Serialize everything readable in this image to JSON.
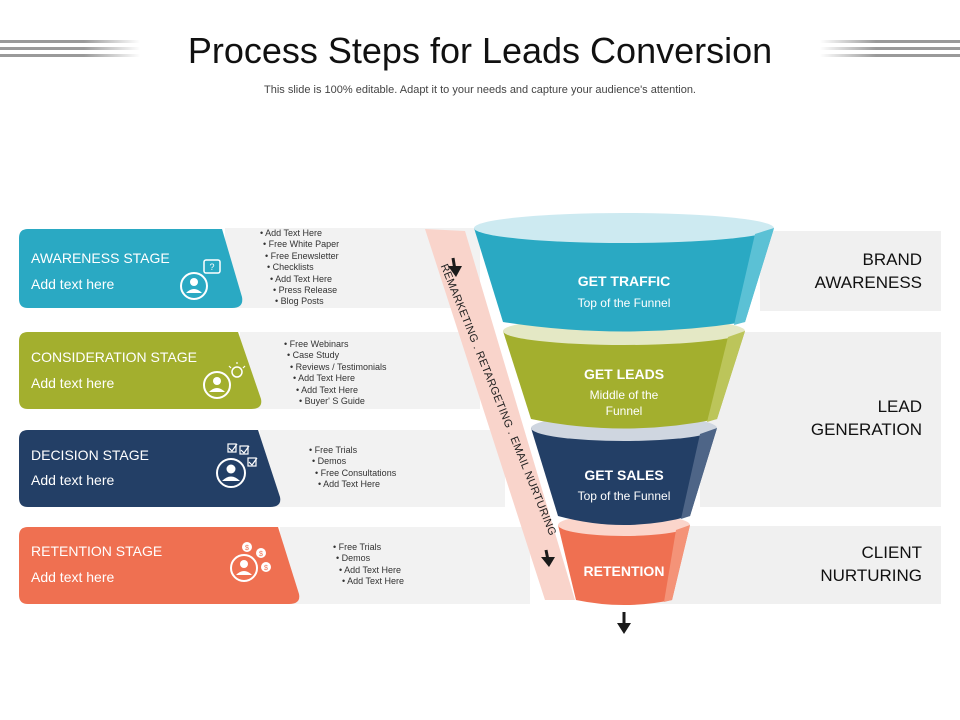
{
  "header": {
    "title": "Process Steps for Leads Conversion",
    "subtitle": "This slide is 100% editable. Adapt it to your needs and capture your audience's attention."
  },
  "stages": [
    {
      "label": "AWARENESS STAGE",
      "sub": "Add text here",
      "color": "#2aa9c3",
      "icon": "user-question-icon",
      "bullets": [
        "Add Text Here",
        "Free White Paper",
        "Free Enewsletter",
        "Checklists",
        "Add Text Here",
        "Press Release",
        "Blog Posts"
      ]
    },
    {
      "label": "CONSIDERATION STAGE",
      "sub": "Add text here",
      "color": "#a3af2e",
      "icon": "user-idea-icon",
      "bullets": [
        "Free Webinars",
        "Case Study",
        "Reviews / Testimonials",
        "Add Text Here",
        "Add Text Here",
        "Buyer' S Guide"
      ]
    },
    {
      "label": "DECISION STAGE",
      "sub": "Add text here",
      "color": "#233f66",
      "icon": "user-checklist-icon",
      "bullets": [
        "Free Trials",
        "Demos",
        "Free Consultations",
        "Add Text Here"
      ]
    },
    {
      "label": "RETENTION STAGE",
      "sub": "Add text here",
      "color": "#ef7051",
      "icon": "user-money-icon",
      "bullets": [
        "Free Trials",
        "Demos",
        "Add Text Here",
        "Add Text Here"
      ]
    }
  ],
  "funnel": [
    {
      "title": "GET TRAFFIC",
      "sub": "Top of the Funnel",
      "color": "#2aa9c3"
    },
    {
      "title": "GET LEADS",
      "sub": "Middle of the Funnel",
      "color": "#a3af2e"
    },
    {
      "title": "GET SALES",
      "sub": "Top of the Funnel",
      "color": "#233f66"
    },
    {
      "title": "RETENTION",
      "sub": "",
      "color": "#ef7051"
    }
  ],
  "right_labels": [
    {
      "line1": "BRAND",
      "line2": "AWARENESS"
    },
    {
      "line1": "LEAD",
      "line2": "GENERATION"
    },
    {
      "line1": "CLIENT",
      "line2": "NURTURING"
    }
  ],
  "side_band": {
    "text": "REMARKETING . RETARGETING . EMAIL NURTURING",
    "color": "#f9d4cb"
  },
  "colors": {
    "panel_gray": "#f0f0f0",
    "arrow": "#1a1a1a"
  }
}
